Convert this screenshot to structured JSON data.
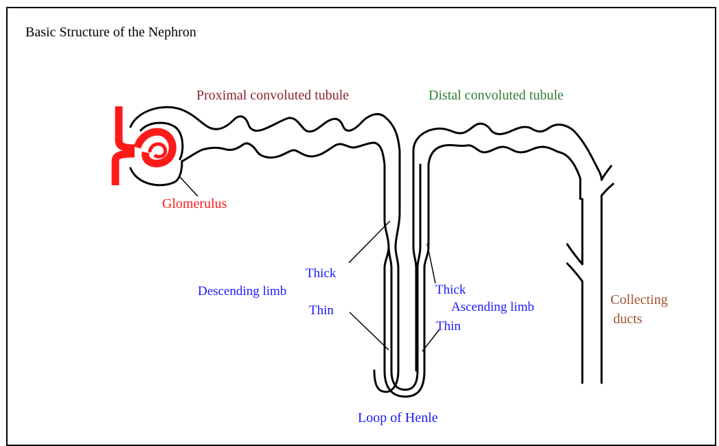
{
  "title": "Basic Structure of the Nephron",
  "labels": {
    "proximal": "Proximal convoluted tubule",
    "distal": "Distal convoluted tubule",
    "glomerulus": "Glomerulus",
    "thick_descending": "Thick",
    "descending_limb": "Descending limb",
    "thin_descending": "Thin",
    "thick_ascending": "Thick",
    "ascending_limb": "Ascending limb",
    "thin_ascending": "Thin",
    "collecting_line1": "Collecting",
    "collecting_line2": "ducts",
    "loop": "Loop of Henle"
  },
  "colors": {
    "proximal": "#8b2332",
    "distal": "#2e7d32",
    "glomerulus": "#ff1a1a",
    "limbs": "#1a1aff",
    "collecting": "#a0522d",
    "loop": "#1a1aff",
    "outline": "#000000"
  }
}
